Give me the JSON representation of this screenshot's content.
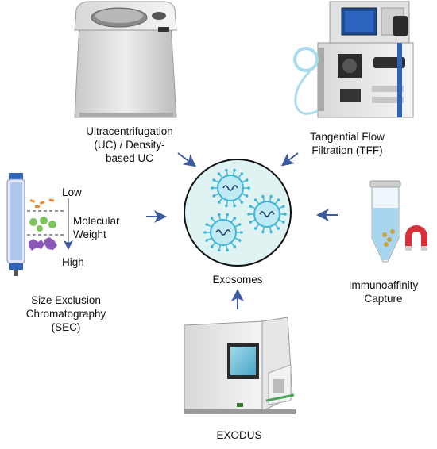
{
  "labels": {
    "uc": [
      "Ultracentrifugation",
      "(UC) / Density-",
      "based UC"
    ],
    "tff": [
      "Tangential Flow",
      "Filtration (TFF)"
    ],
    "sec": [
      "Size Exclusion",
      "Chromatography",
      "(SEC)"
    ],
    "sec_low": "Low",
    "sec_mw": [
      "Molecular",
      "Weight"
    ],
    "sec_high": "High",
    "immuno": [
      "Immunoaffinity",
      "Capture"
    ],
    "center": "Exosomes",
    "exodus": "EXODUS"
  },
  "colors": {
    "arrow": "#3c5aa0",
    "circle_fill": "#dff3f3",
    "circle_stroke": "#111111",
    "exosome": "#3db7d8",
    "accent_blue": "#2456a8"
  },
  "icons": [
    "centrifuge-icon",
    "tff-system-icon",
    "sec-column-icon",
    "tube-magnet-icon",
    "exodus-instrument-icon",
    "exosome-icon"
  ]
}
